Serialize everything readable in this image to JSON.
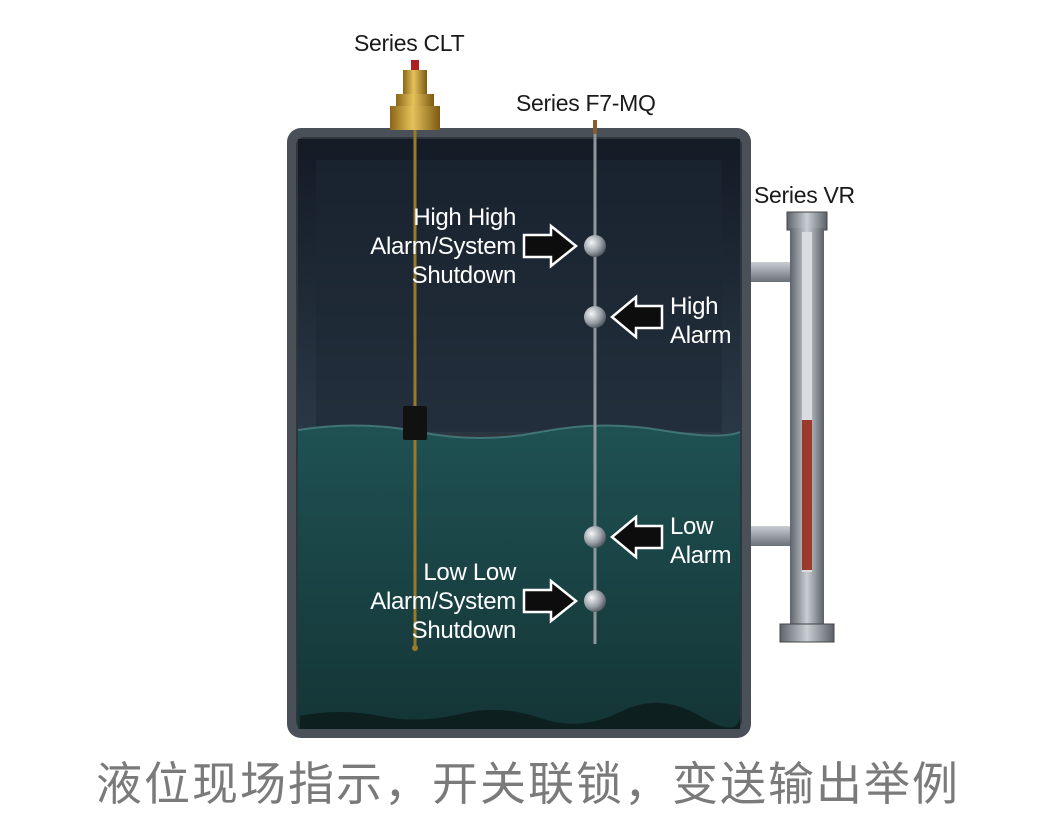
{
  "sensors": {
    "clt_label": "Series CLT",
    "f7_label": "Series F7-MQ",
    "vr_label": "Series VR"
  },
  "alarms": {
    "high_high": [
      "High High",
      "Alarm/System",
      "Shutdown"
    ],
    "high": [
      "High",
      "Alarm"
    ],
    "low": [
      "Low",
      "Alarm"
    ],
    "low_low": [
      "Low Low",
      "Alarm/System",
      "Shutdown"
    ]
  },
  "caption": "液位现场指示，开关联锁，变送输出举例",
  "colors": {
    "tank_frame": "#4a5058",
    "tank_interior_top": "#1c2631",
    "liquid": "#1a4446",
    "brass": "#b8902c",
    "steel": "#8d939a"
  },
  "icons": [
    "right-arrow-icon",
    "left-arrow-icon"
  ]
}
